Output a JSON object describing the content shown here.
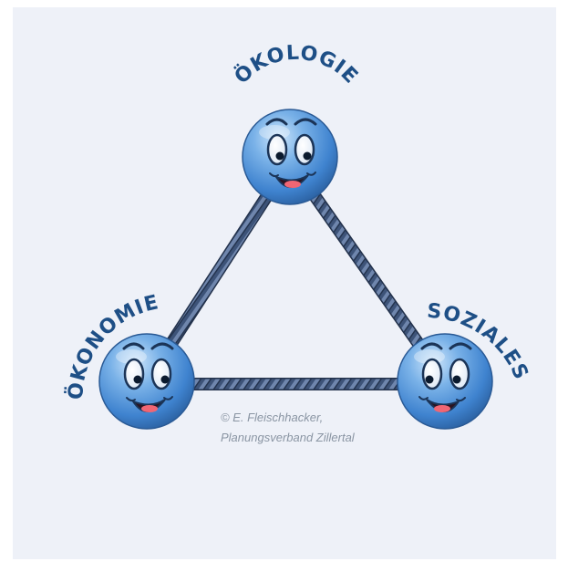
{
  "background_color": "#eef1f8",
  "rope_color": "#3f5478",
  "face_color": "#4f93d8",
  "label_color": "#1e4f86",
  "nodes": {
    "top": {
      "label": "ÖKOLOGIE"
    },
    "left": {
      "label": "ÖKONOMIE"
    },
    "right": {
      "label": "SOZIALES"
    }
  },
  "credit": {
    "line1": "© E. Fleischhacker,",
    "line2": "Planungsverband Zillertal"
  }
}
